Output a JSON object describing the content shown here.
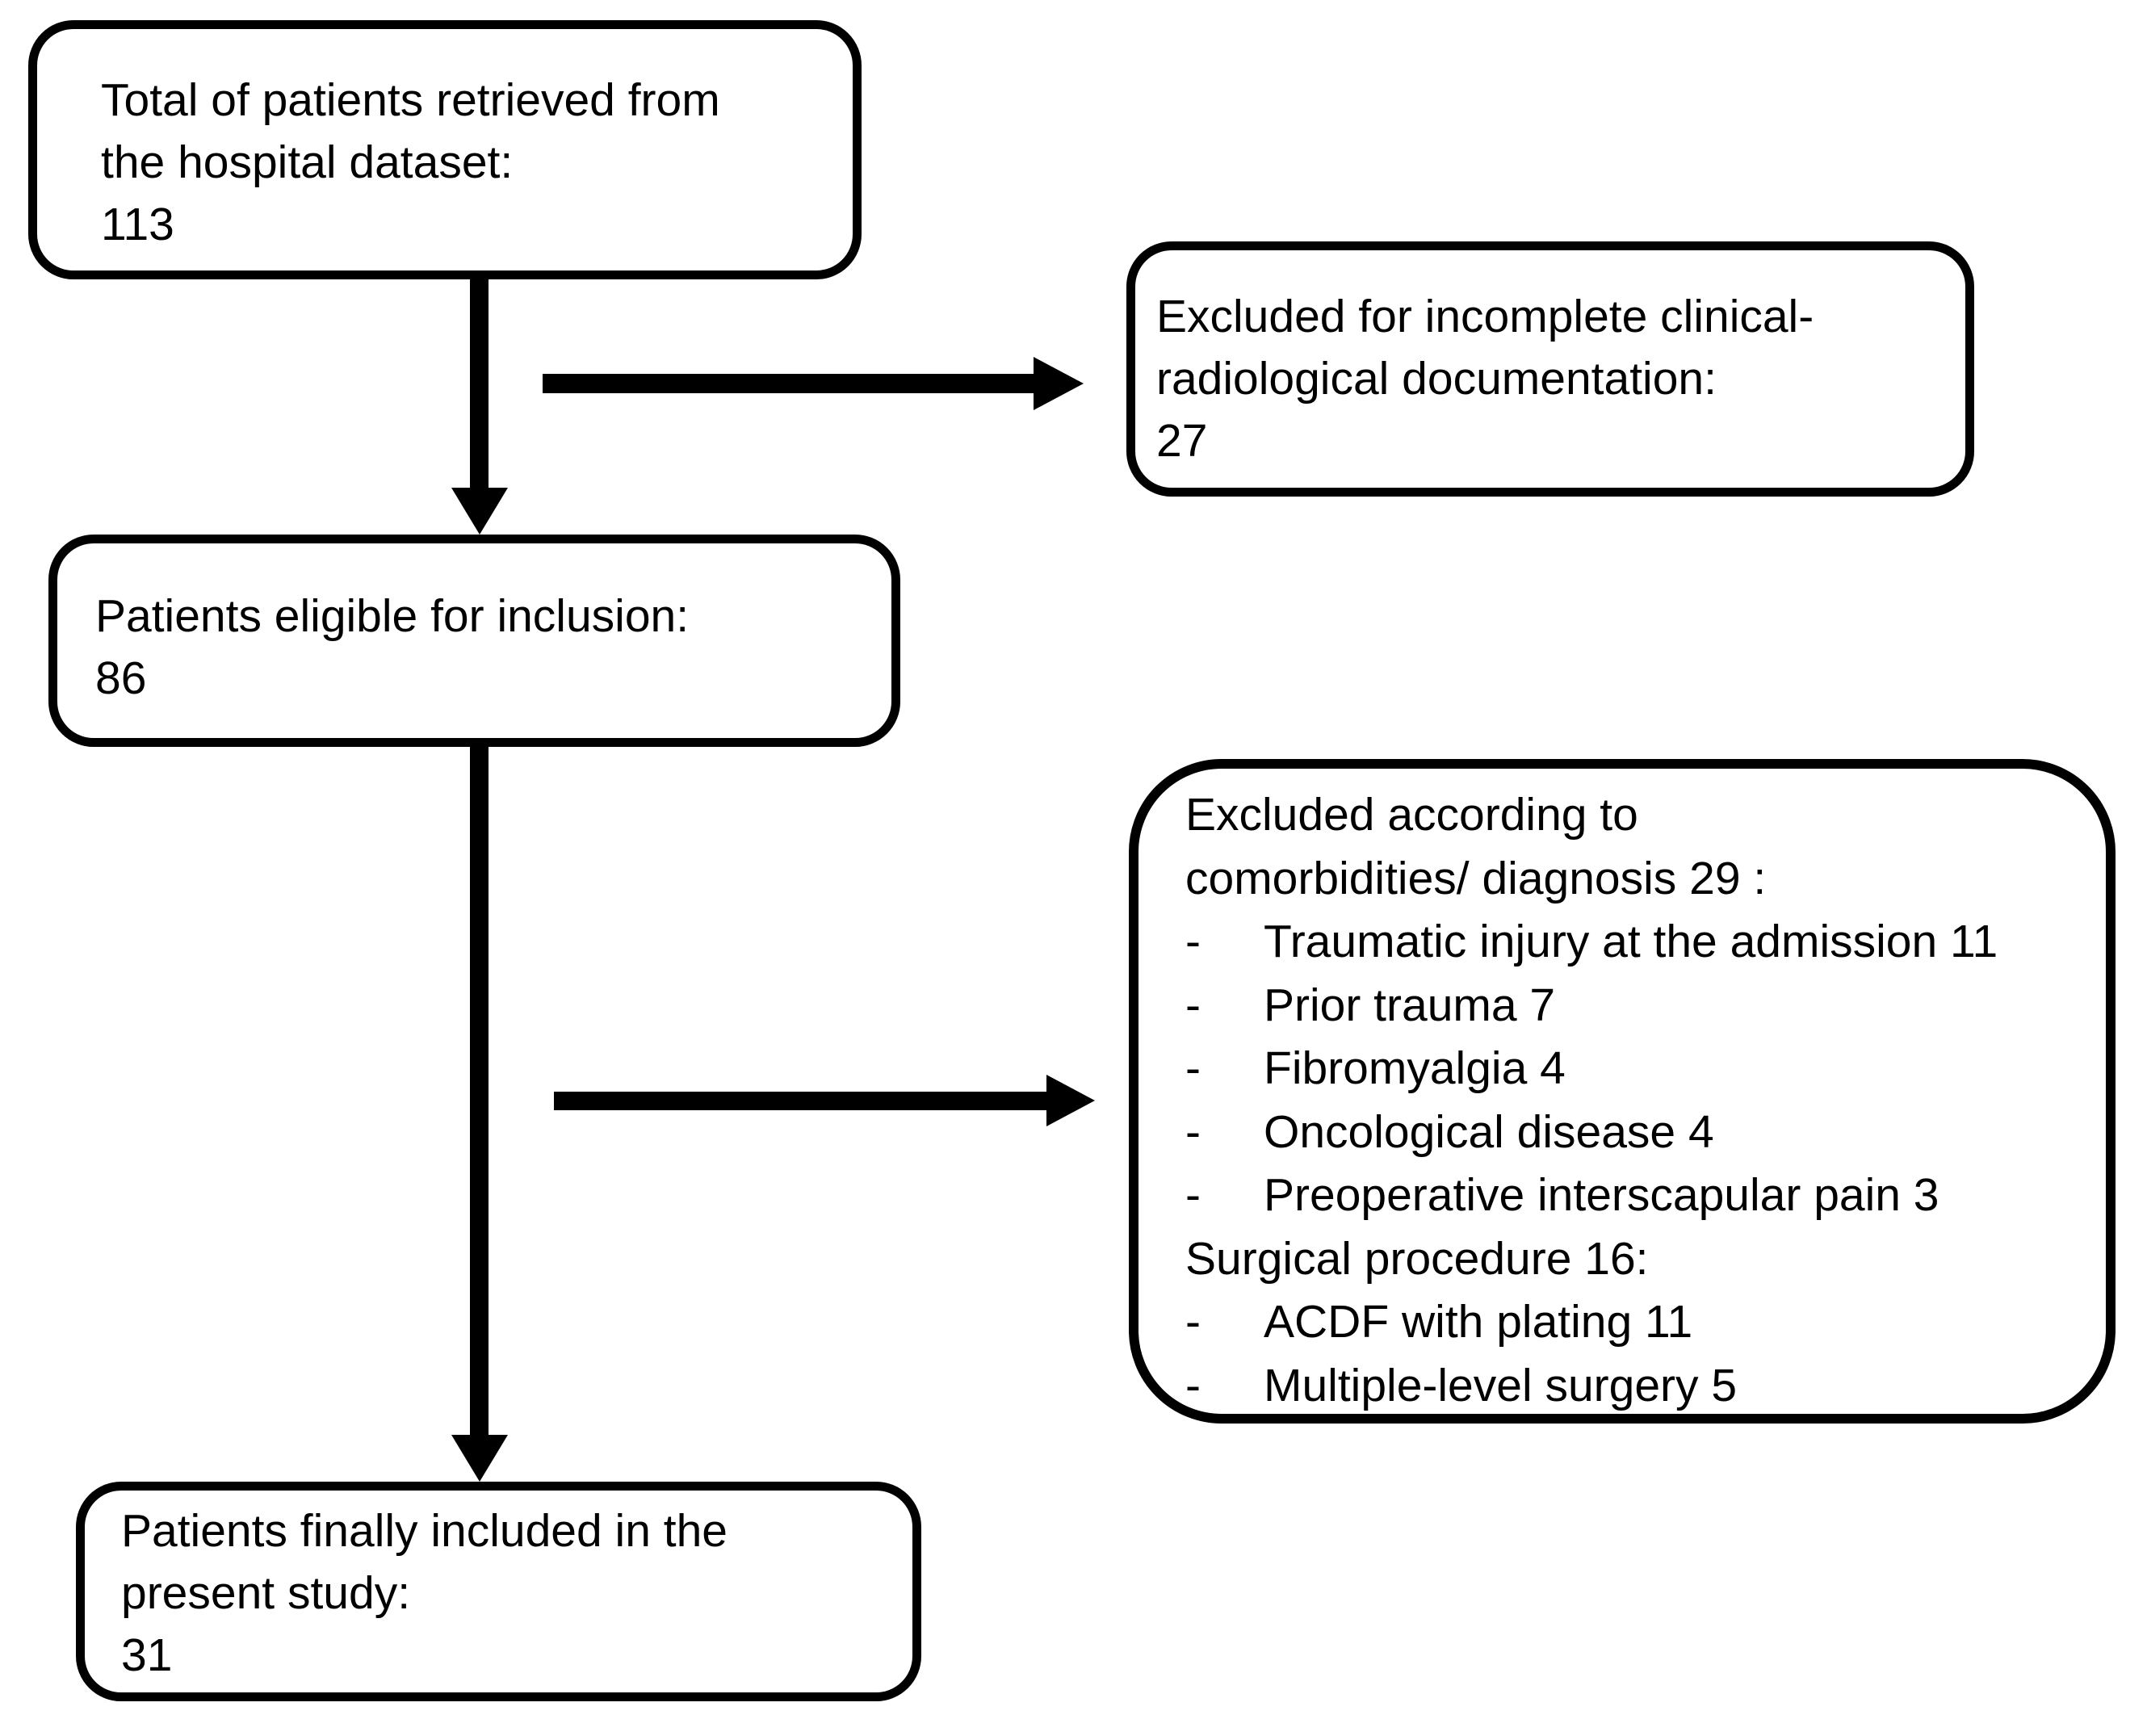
{
  "colors": {
    "background": "#ffffff",
    "line": "#000000",
    "text": "#000000"
  },
  "diagram": {
    "boxes": {
      "total": {
        "lines": [
          "Total of patients retrieved from",
          "the hospital dataset:",
          "113"
        ]
      },
      "excluded_docs": {
        "lines": [
          "Excluded for incomplete clinical-",
          "radiological documentation:",
          "27"
        ]
      },
      "eligible": {
        "lines": [
          "Patients eligible for inclusion:",
          "86"
        ]
      },
      "excluded_comorbidities": {
        "rows": [
          {
            "text": "Excluded according to"
          },
          {
            "text": "comorbidities/ diagnosis 29 :"
          },
          {
            "bullet": "-",
            "text": "Traumatic injury at the admission 11"
          },
          {
            "bullet": "-",
            "text": "Prior trauma 7"
          },
          {
            "bullet": "-",
            "text": "Fibromyalgia 4"
          },
          {
            "bullet": "-",
            "text": "Oncological disease 4"
          },
          {
            "bullet": "-",
            "text": "Preoperative interscapular pain 3"
          },
          {
            "text": "Surgical procedure 16:"
          },
          {
            "bullet": "-",
            "text": "ACDF with plating 11"
          },
          {
            "bullet": "-",
            "text": "Multiple-level surgery 5"
          }
        ]
      },
      "final": {
        "lines": [
          "Patients finally included in the",
          "present study:",
          "31"
        ]
      }
    }
  }
}
